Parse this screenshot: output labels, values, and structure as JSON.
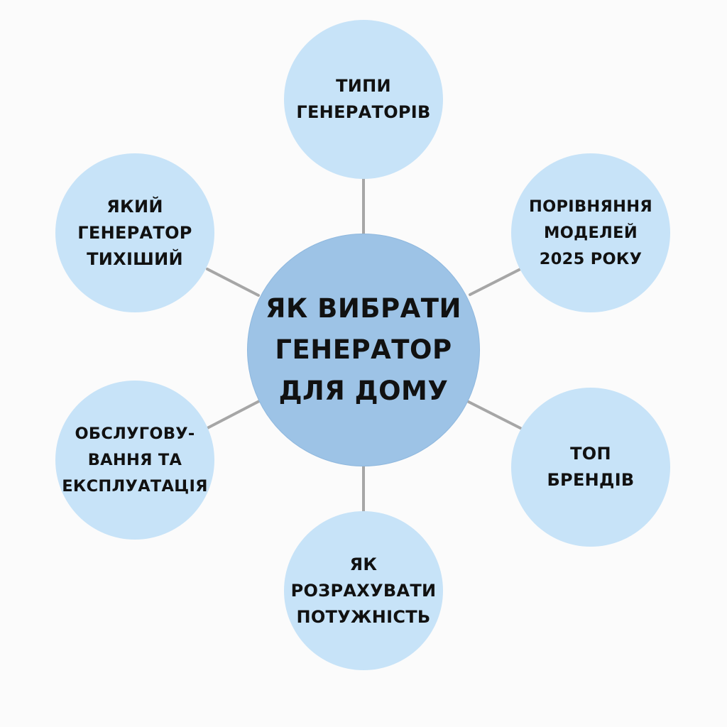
{
  "diagram": {
    "type": "mind-map",
    "colors": {
      "background": "#fbfbfb",
      "center_fill": "#9dc3e6",
      "satellite_fill": "#c7e3f8",
      "connector": "#a6a6a6",
      "text": "#111111"
    },
    "center": {
      "label": "ЯК ВИБРАТИ\nГЕНЕРАТОР\nДЛЯ ДОМУ"
    },
    "nodes": [
      {
        "id": "top",
        "label": "ТИПИ\nГЕНЕРАТОРІВ"
      },
      {
        "id": "top-right",
        "label": "ПОРІВНЯННЯ\nМОДЕЛЕЙ\n2025 РОКУ"
      },
      {
        "id": "bottom-right",
        "label": "ТОП\nБРЕНДІВ"
      },
      {
        "id": "bottom",
        "label": "ЯК\nРОЗРАХУВАТИ\nПОТУЖНІСТЬ"
      },
      {
        "id": "bottom-left",
        "label": "ОБСЛУГОВУ-\nВАННЯ ТА\nЕКСПЛУАТАЦІЯ"
      },
      {
        "id": "top-left",
        "label": "ЯКИЙ\nГЕНЕРАТОР\nТИХІШИЙ"
      }
    ],
    "edges": [
      {
        "from": "center",
        "to": "top"
      },
      {
        "from": "center",
        "to": "top-right"
      },
      {
        "from": "center",
        "to": "bottom-right"
      },
      {
        "from": "center",
        "to": "bottom"
      },
      {
        "from": "center",
        "to": "bottom-left"
      },
      {
        "from": "center",
        "to": "top-left"
      }
    ]
  }
}
